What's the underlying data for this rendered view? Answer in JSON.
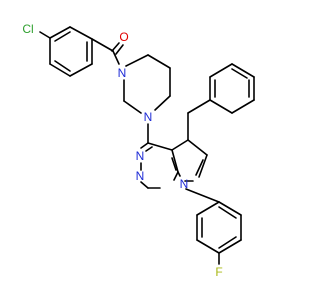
{
  "colors": {
    "bond": "#000000",
    "chlorine": "#2fa02f",
    "oxygen": "#e00000",
    "nitrogen": "#1e2bd6",
    "fluorine": "#a8b814",
    "background": "#ffffff"
  },
  "atom_labels": {
    "cl": "Cl",
    "o": "O",
    "n_pip_top": "N",
    "n_pip_bottom": "N",
    "n_pyrim_left": "N",
    "n_pyrim_bottom": "N",
    "n_pyrrole": "N",
    "f": "F"
  }
}
